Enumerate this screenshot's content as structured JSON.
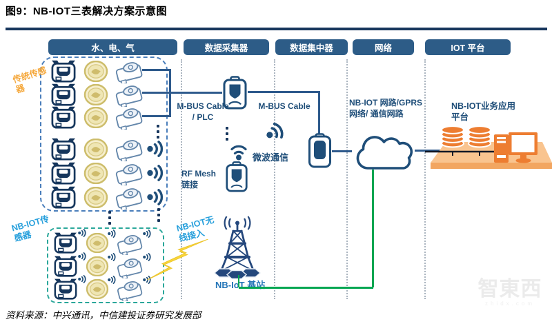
{
  "title": "图9：NB-IOT三表解决方案示意图",
  "source": "资料来源：中兴通讯，中信建投证券研究发展部",
  "header": {
    "columns": [
      "水、电、气",
      "数据采集器",
      "数据集中器",
      "网络",
      "IOT 平台"
    ]
  },
  "labels": {
    "traditional_sensor": "传统传感器",
    "nbiot_sensor": "NB-IOT传感器",
    "wireless_access": "NB-IOT无线接入",
    "mbus_plc_line1": "M-BUS Cable",
    "mbus_plc_line2": "/ PLC",
    "mbus_cable": "M-BUS Cable",
    "rf_mesh_line1": "RF Mesh",
    "rf_mesh_line2": "链接",
    "microwave": "微波通信",
    "base_station": "NB-IoT 基站",
    "network_line1": "NB-IOT 网路/GPRS",
    "network_line2": "网络/ 通信网路",
    "platform_line1": "NB-IOT业务应用",
    "platform_line2": "平台"
  },
  "watermark": {
    "text": "智東西",
    "subtext": "zhidx.com"
  },
  "colors": {
    "header_bg": "#2d5c87",
    "navy": "#1f4e79",
    "rule": "#17365d",
    "green_link": "#00a651",
    "orange": "#ed7d31",
    "platform_light": "#f9c48f",
    "gold_meter": "#cdbd6b",
    "teal_box": "#2aa79a",
    "blue_box": "#4a7ebb",
    "label_orange": "#f5a83c",
    "label_blue": "#28a0dc",
    "lightning": "#f8d63c"
  }
}
